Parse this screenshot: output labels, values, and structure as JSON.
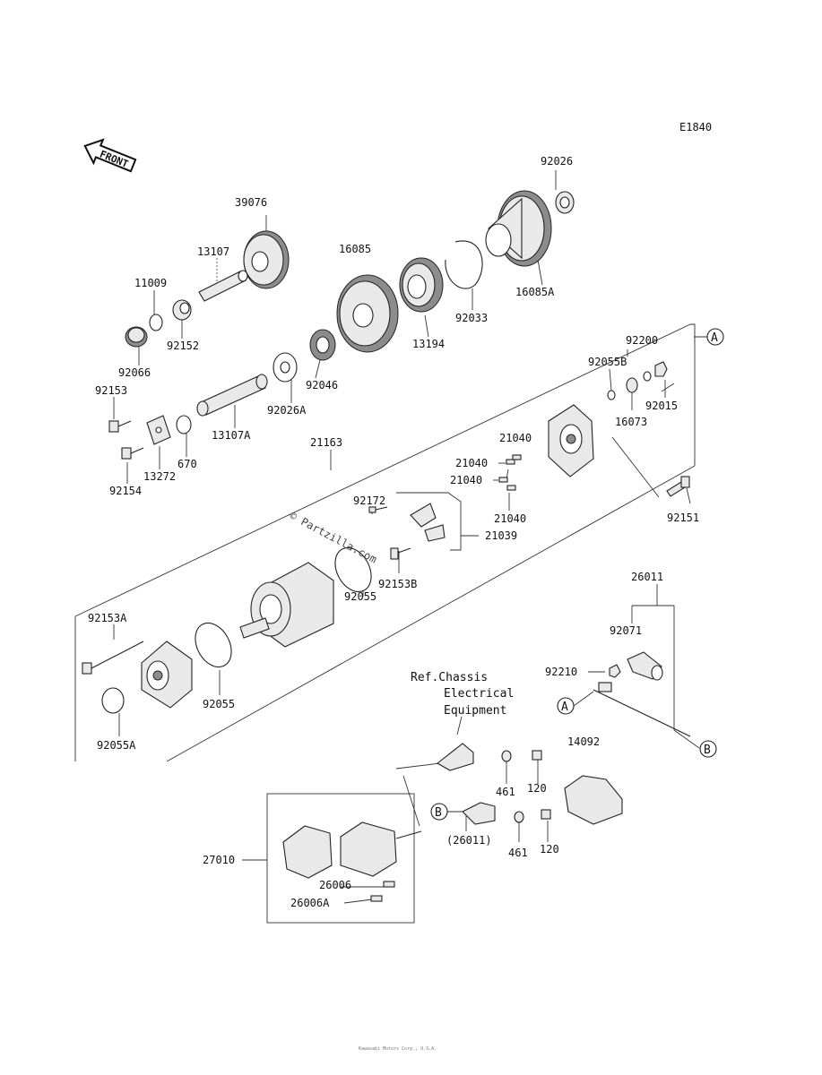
{
  "diagram_code": "E1840",
  "front_label": "FRONT",
  "watermark": "© Partzilla.com",
  "footer_text": "Kawasaki Motors Corp., U.S.A.",
  "reference_note": [
    "Ref.Chassis",
    "Electrical",
    "Equipment"
  ],
  "connectors": {
    "a": "A",
    "b": "B"
  },
  "parts": {
    "p39076": "39076",
    "p13107": "13107",
    "p16085": "16085",
    "p92026": "92026",
    "p16085A": "16085A",
    "p11009": "11009",
    "p92152": "92152",
    "p92066": "92066",
    "p92033": "92033",
    "p13194": "13194",
    "p92026A": "92026A",
    "p92046": "92046",
    "p92153": "92153",
    "p13107A": "13107A",
    "p670": "670",
    "p13272": "13272",
    "p92154": "92154",
    "p21163": "21163",
    "p92200": "92200",
    "p92055B": "92055B",
    "p92015": "92015",
    "p16073": "16073",
    "p21040a": "21040",
    "p21040b": "21040",
    "p21040c": "21040",
    "p21040d": "21040",
    "p92172": "92172",
    "p21039": "21039",
    "p92153B": "92153B",
    "p92151": "92151",
    "p92055a": "92055",
    "p92055b": "92055",
    "p92153A": "92153A",
    "p92055A": "92055A",
    "p26011": "26011",
    "p92071": "92071",
    "p92210": "92210",
    "p14092": "14092",
    "p461a": "461",
    "p120a": "120",
    "p461b": "461",
    "p120b": "120",
    "p26011paren": "(26011)",
    "p27010": "27010",
    "p26006": "26006",
    "p26006A": "26006A"
  }
}
